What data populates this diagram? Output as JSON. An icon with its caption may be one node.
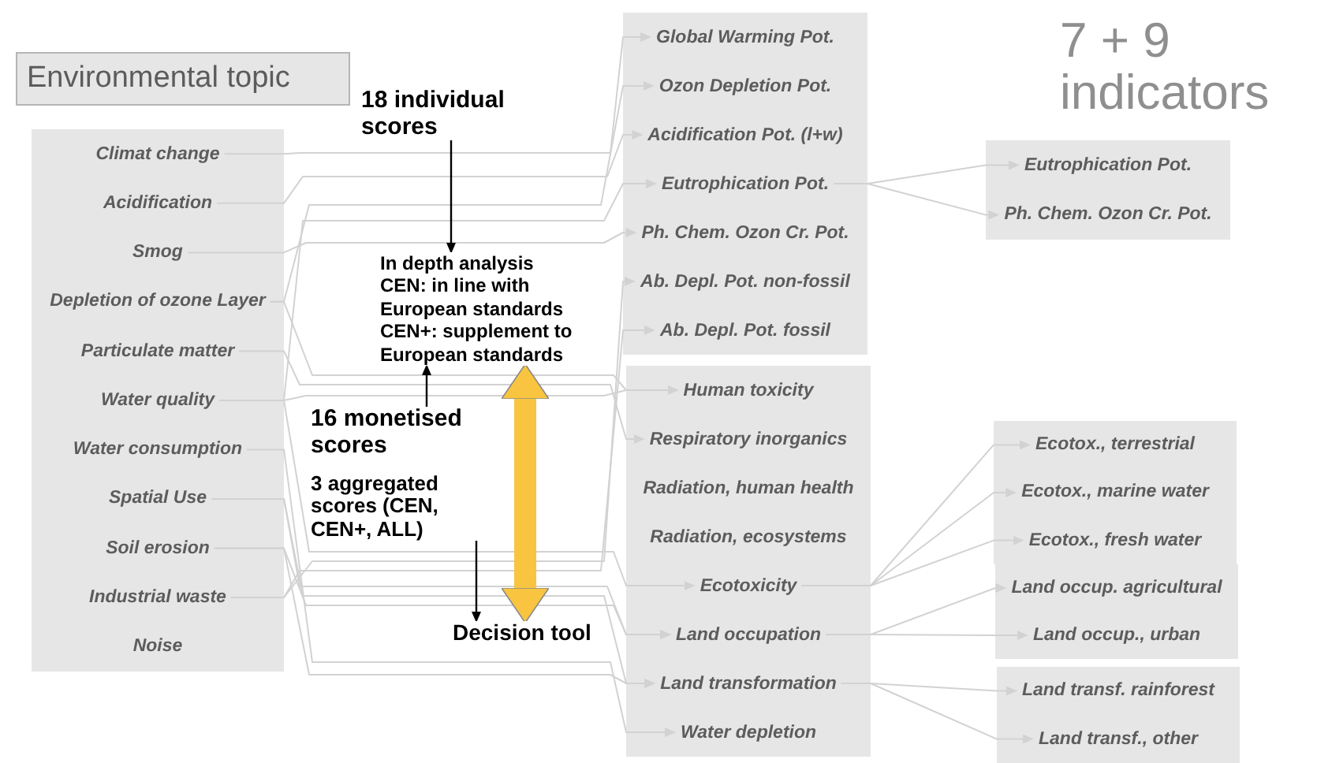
{
  "diagram": {
    "nodes": [
      {
        "text": [
          "Environmental topic"
        ]
      },
      {
        "text": [],
        "shape": "box"
      },
      {
        "text": [
          "Climat change"
        ],
        "in": 1
      },
      {
        "text": [
          "Acidification"
        ],
        "in": 1
      },
      {
        "text": [
          "Smog"
        ],
        "in": 1
      },
      {
        "text": [
          "Depletion of ozone Layer"
        ],
        "in": 1
      },
      {
        "text": [
          "Particulate matter"
        ],
        "in": 1
      },
      {
        "text": [
          "Water quality"
        ],
        "in": 1
      },
      {
        "text": [
          "Water consumption"
        ],
        "in": 1
      },
      {
        "text": [
          "Spatial Use"
        ],
        "in": 1
      },
      {
        "text": [
          "Soil erosion"
        ],
        "in": 1
      },
      {
        "text": [
          "Industrial waste"
        ],
        "in": 1
      },
      {
        "text": [
          "Noise"
        ],
        "in": 1
      },
      {
        "text": [],
        "shape": "box"
      },
      {
        "text": [
          "Global Warming Pot."
        ],
        "in": 13
      },
      {
        "text": [
          "Ozon Depletion Pot."
        ],
        "in": 13
      },
      {
        "text": [
          "Acidification Pot. (l+w)"
        ],
        "in": 13
      },
      {
        "text": [
          "Eutrophication Pot."
        ],
        "in": 13
      },
      {
        "text": [
          "Ph. Chem. Ozon Cr. Pot."
        ],
        "in": 13
      },
      {
        "text": [
          "Ab. Depl. Pot. non-fossil"
        ],
        "in": 13
      },
      {
        "text": [
          "Ab. Depl. Pot. fossil"
        ],
        "in": 13
      },
      {
        "text": [],
        "shape": "box"
      },
      {
        "text": [
          "Human toxicity"
        ],
        "in": 21
      },
      {
        "text": [
          "Respiratory inorganics"
        ],
        "in": 21
      },
      {
        "text": [
          "Radiation, human health"
        ],
        "in": 21
      },
      {
        "text": [
          "Radiation, ecosystems"
        ],
        "in": 21
      },
      {
        "text": [
          "Ecotoxicity"
        ],
        "in": 21
      },
      {
        "text": [
          "Land occupation"
        ],
        "in": 21
      },
      {
        "text": [
          "Land transformation"
        ],
        "in": 21
      },
      {
        "text": [
          "Water depletion"
        ],
        "in": 21
      },
      {
        "text": [],
        "shape": "box"
      },
      {
        "text": [
          "Eutrophication Pot."
        ],
        "in": 30
      },
      {
        "text": [
          "Ph. Chem. Ozon Cr. Pot."
        ],
        "in": 30
      },
      {
        "text": [],
        "shape": "box"
      },
      {
        "text": [
          "Ecotox., terrestrial"
        ],
        "in": 33
      },
      {
        "text": [
          "Ecotox., marine water"
        ],
        "in": 33
      },
      {
        "text": [
          "Ecotox., fresh water"
        ],
        "in": 33
      },
      {
        "text": [],
        "shape": "box"
      },
      {
        "text": [
          "Land occup. agricultural"
        ],
        "in": 37
      },
      {
        "text": [
          "Land occup., urban"
        ],
        "in": 37
      },
      {
        "text": [],
        "shape": "box"
      },
      {
        "text": [
          "Land transf. rainforest"
        ],
        "in": 40
      },
      {
        "text": [
          "Land transf., other"
        ],
        "in": 40
      },
      {
        "text": [
          "18 individual scores"
        ]
      },
      {
        "text": [
          "In depth analysis",
          "CEN: in line with European standards",
          "CEN+: supplement to European standards"
        ]
      },
      {
        "text": [
          "16 monetised scores"
        ]
      },
      {
        "text": [
          "3 aggregated scores (CEN, CEN+, ALL)"
        ]
      },
      {
        "text": [
          "Decision tool"
        ]
      }
    ],
    "edges": [
      {
        "from": 2,
        "to": 14,
        "arrow": "to"
      },
      {
        "from": 3,
        "to": 16,
        "arrow": "to"
      },
      {
        "from": 4,
        "to": 18,
        "arrow": "to"
      },
      {
        "from": 5,
        "to": 15,
        "arrow": "to"
      },
      {
        "from": 5,
        "to": 22,
        "arrow": "to"
      },
      {
        "from": 6,
        "to": 23,
        "arrow": "to"
      },
      {
        "from": 7,
        "to": 17,
        "arrow": "to"
      },
      {
        "from": 7,
        "to": 22,
        "arrow": "to"
      },
      {
        "from": 7,
        "to": 26,
        "arrow": "to"
      },
      {
        "from": 8,
        "to": 29,
        "arrow": "to"
      },
      {
        "from": 9,
        "to": 27,
        "arrow": "to"
      },
      {
        "from": 9,
        "to": 28,
        "arrow": "to"
      },
      {
        "from": 10,
        "to": 27,
        "arrow": "to"
      },
      {
        "from": 10,
        "to": 28,
        "arrow": "to"
      },
      {
        "from": 11,
        "to": 19,
        "arrow": "to"
      },
      {
        "from": 11,
        "to": 20,
        "arrow": "to"
      },
      {
        "from": 17,
        "to": 31,
        "arrow": "to"
      },
      {
        "from": 17,
        "to": 32,
        "arrow": "to"
      },
      {
        "from": 26,
        "to": 34,
        "arrow": "to"
      },
      {
        "from": 26,
        "to": 35,
        "arrow": "to"
      },
      {
        "from": 26,
        "to": 36,
        "arrow": "to"
      },
      {
        "from": 27,
        "to": 38,
        "arrow": "to"
      },
      {
        "from": 27,
        "to": 39,
        "arrow": "to"
      },
      {
        "from": 28,
        "to": 41,
        "arrow": "to"
      },
      {
        "from": 28,
        "to": 42,
        "arrow": "to"
      },
      {
        "from": 43,
        "to": 44,
        "arrow": "to",
        "color": "#000000"
      },
      {
        "from": 45,
        "to": 44,
        "arrow": "to",
        "color": "#000000"
      },
      {
        "from": 46,
        "to": 47,
        "arrow": "to",
        "color": "#000000"
      },
      {
        "from": 44,
        "to": 47,
        "arrow": "both",
        "style": "thick",
        "color": "#f9c440"
      }
    ],
    "labels": [
      "7 + 9 indicators"
    ]
  }
}
